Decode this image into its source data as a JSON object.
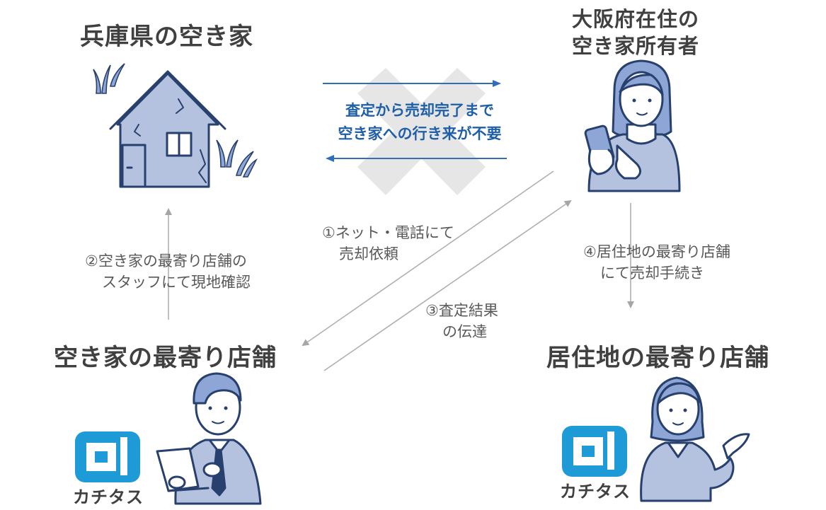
{
  "titles": {
    "hyogo_house": "兵庫県の空き家",
    "osaka_owner_line1": "大阪府在住の",
    "osaka_owner_line2": "空き家所有者",
    "nearest_store_house": "空き家の最寄り店舗",
    "nearest_store_residence": "居住地の最寄り店舗"
  },
  "center_message": {
    "line1": "査定から売却完了まで",
    "line2": "空き家への行き来が不要"
  },
  "steps": {
    "step1_line1": "①ネット・電話にて",
    "step1_line2": "売却依頼",
    "step2_line1": "②空き家の最寄り店舗の",
    "step2_line2": "スタッフにて現地確認",
    "step3_line1": "③査定結果",
    "step3_line2": "の伝達",
    "step4_line1": "④居住地の最寄り店舗",
    "step4_line2": "にて売却手続き"
  },
  "logo": {
    "text": "カチタス"
  },
  "colors": {
    "title": "#404040",
    "label": "#595959",
    "accent_blue": "#1f5fa8",
    "logo_blue": "#1e9ad6",
    "figure_fill": "#b4c2e0",
    "figure_line": "#27406e",
    "cross_gray": "#e6e6e6"
  }
}
